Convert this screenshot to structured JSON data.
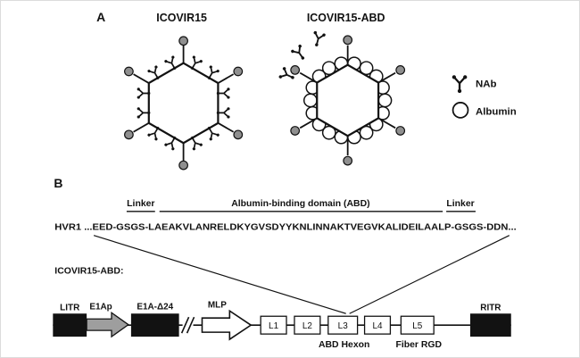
{
  "figure": {
    "panel_a": {
      "label": "A",
      "virus_left_title": "ICOVIR15",
      "virus_right_title": "ICOVIR15-ABD",
      "legend": {
        "nab_label": "NAb",
        "albumin_label": "Albumin"
      }
    },
    "panel_b": {
      "label": "B",
      "linker_left_label": "Linker",
      "abd_label": "Albumin-binding domain (ABD)",
      "linker_right_label": "Linker",
      "sequence": "HVR1 ...EED-GSGS-LAEAKVLANRELDKYGVSDYYKNLINNAKTVEGVKALIDEILAALP-GSGS-DDN...",
      "construct_label": "ICOVIR15-ABD:",
      "genome": {
        "litr_label": "LITR",
        "e1ap_label": "E1Ap",
        "e1a_delta24_label": "E1A-Δ24",
        "mlp_label": "MLP",
        "late_genes": [
          "L1",
          "L2",
          "L3",
          "L4",
          "L5"
        ],
        "ritr_label": "RITR",
        "l3_annotation": "ABD Hexon",
        "l5_annotation": "Fiber RGD"
      }
    },
    "colors": {
      "ink": "#121212",
      "knob_gray": "#8f8f8f",
      "e1ap_arrow_gray": "#9e9e9e",
      "background": "#ffffff"
    }
  }
}
